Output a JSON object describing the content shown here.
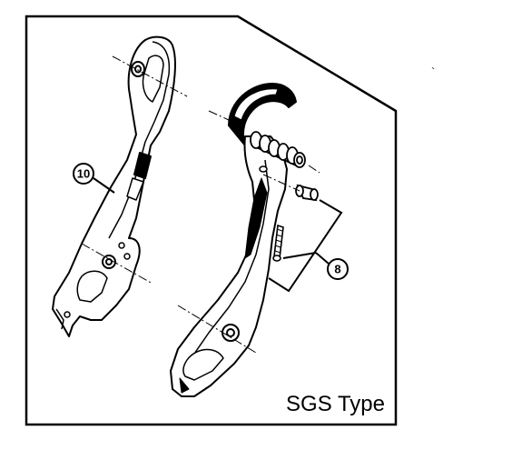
{
  "diagram": {
    "type_label": "SGS Type",
    "callouts": [
      {
        "id": "part-10",
        "number": "10"
      },
      {
        "id": "part-8",
        "number": "8"
      }
    ]
  }
}
